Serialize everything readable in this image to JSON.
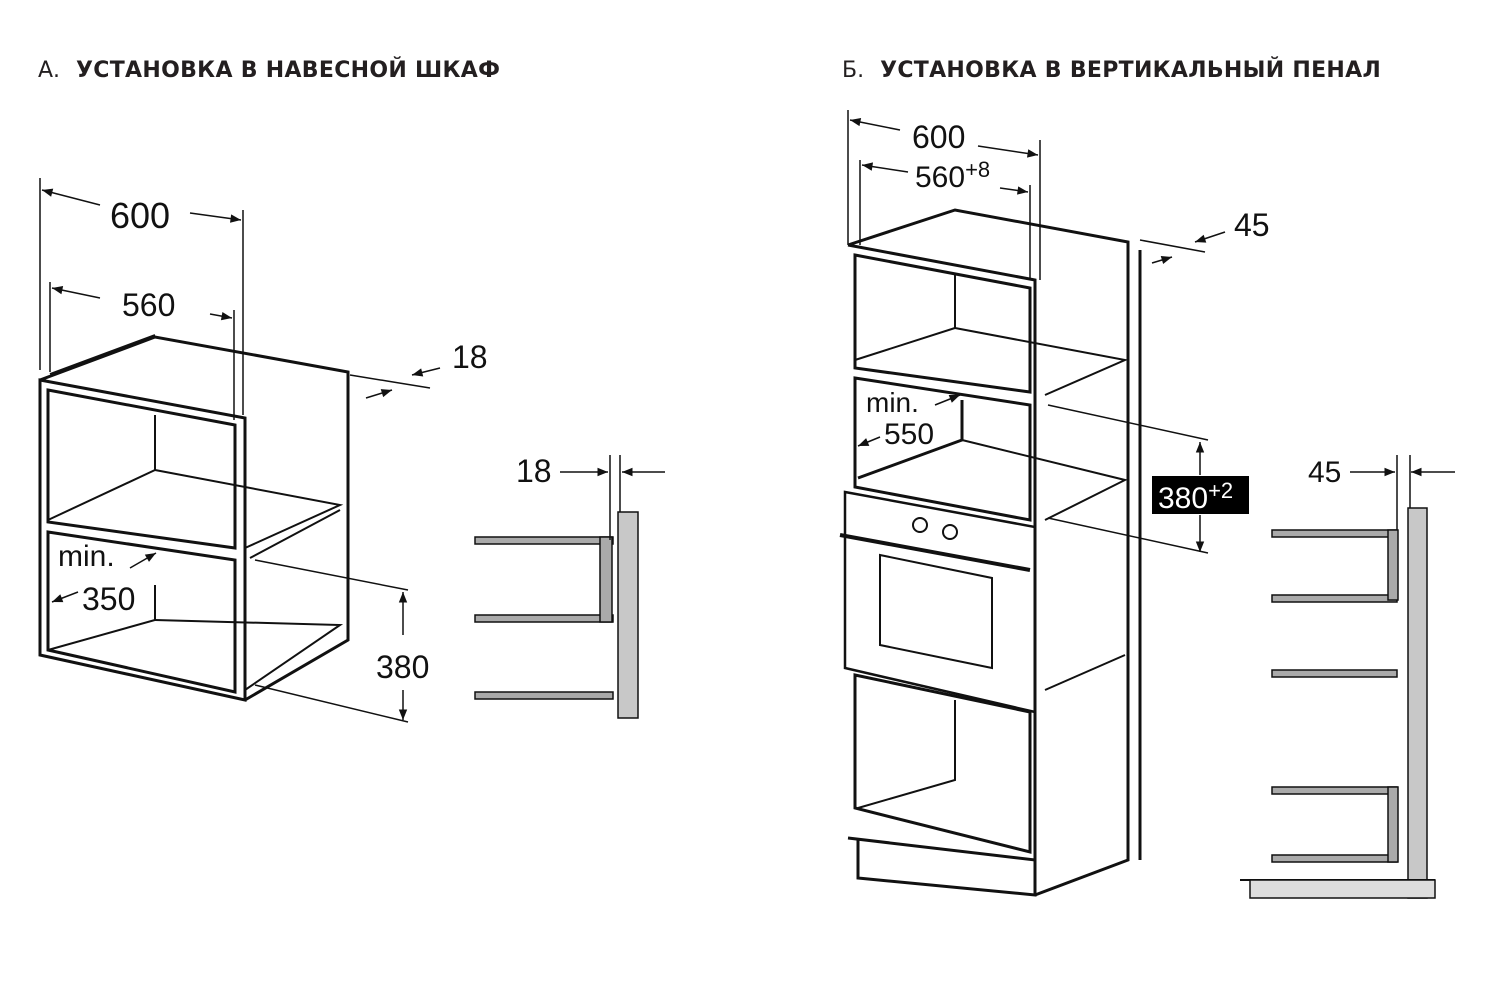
{
  "section_a": {
    "letter": "А.",
    "title": "УСТАНОВКА В НАВЕСНОЙ ШКАФ",
    "dims": {
      "width_outer": "600",
      "width_inner": "560",
      "panel": "18",
      "min_label": "min.",
      "depth_min": "350",
      "height": "380",
      "side_panel": "18"
    }
  },
  "section_b": {
    "letter": "Б.",
    "title": "УСТАНОВКА В ВЕРТИКАЛЬНЫЙ ПЕНАЛ",
    "dims": {
      "width_outer": "600",
      "width_inner": "560",
      "width_inner_tol": "+8",
      "panel": "45",
      "min_label": "min.",
      "depth_min": "550",
      "height": "380",
      "height_tol": "+2",
      "side_panel": "45"
    }
  }
}
